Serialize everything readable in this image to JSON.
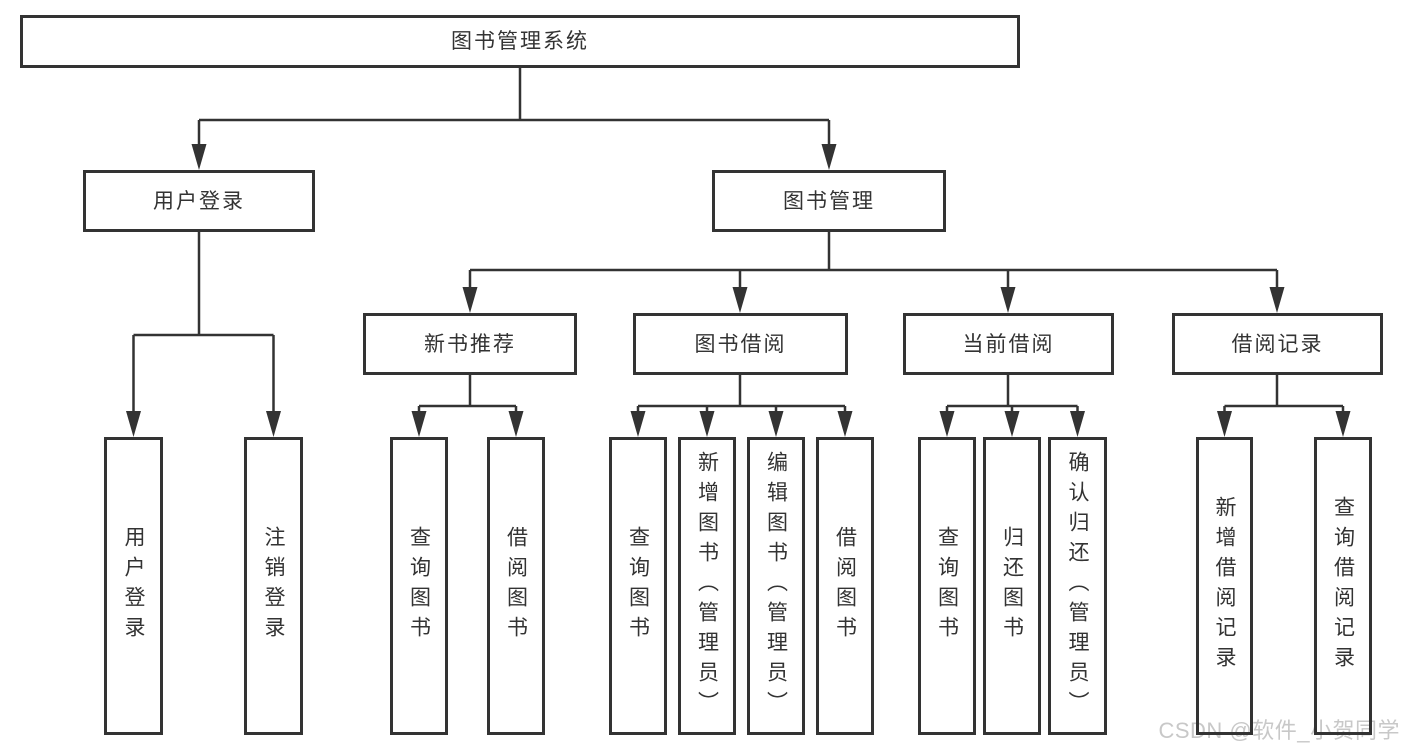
{
  "tree": {
    "root": {
      "label": "图书管理系统",
      "children": [
        {
          "label": "用户登录",
          "children": [
            {
              "label": "用户登录"
            },
            {
              "label": "注销登录"
            }
          ]
        },
        {
          "label": "图书管理",
          "children": [
            {
              "label": "新书推荐",
              "children": [
                {
                  "label": "查询图书"
                },
                {
                  "label": "借阅图书"
                }
              ]
            },
            {
              "label": "图书借阅",
              "children": [
                {
                  "label": "查询图书"
                },
                {
                  "label": "新增图书（管理员）"
                },
                {
                  "label": "编辑图书（管理员）"
                },
                {
                  "label": "借阅图书"
                }
              ]
            },
            {
              "label": "当前借阅",
              "children": [
                {
                  "label": "查询图书"
                },
                {
                  "label": "归还图书"
                },
                {
                  "label": "确认归还（管理员）"
                }
              ]
            },
            {
              "label": "借阅记录",
              "children": [
                {
                  "label": "新增借阅记录"
                },
                {
                  "label": "查询借阅记录"
                }
              ]
            }
          ]
        }
      ]
    }
  },
  "watermark": {
    "text": "CSDN @软件_小贺同学"
  },
  "colors": {
    "line": "#333333",
    "box_border": "#333333",
    "text": "#333333",
    "watermark": "#c8c8c8",
    "background": "#ffffff"
  }
}
